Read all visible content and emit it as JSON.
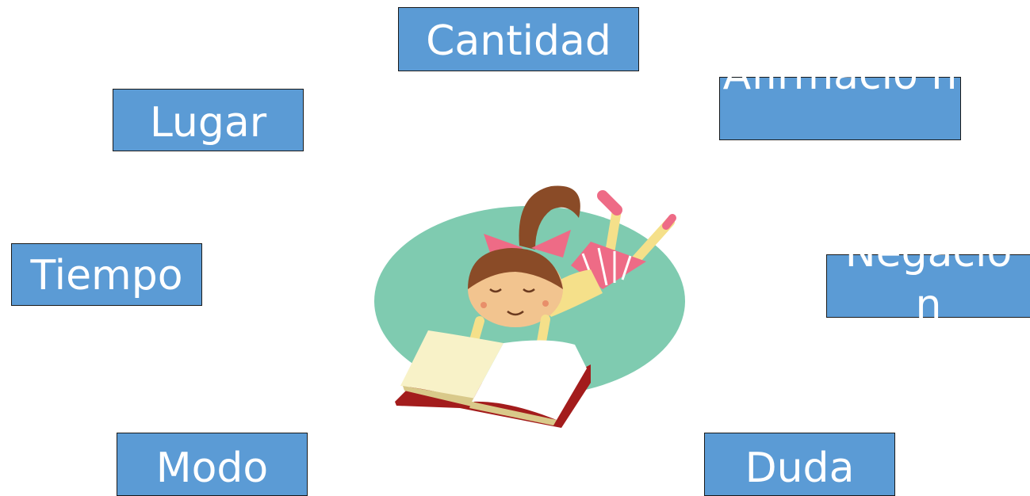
{
  "boxes": {
    "cantidad": "Cantidad",
    "lugar": "Lugar",
    "afirmacion": "Afirmacio n",
    "tiempo": "Tiempo",
    "negacion": "Negacio n",
    "modo": "Modo",
    "duda": "Duda"
  },
  "colors": {
    "box_fill": "#5b9bd5",
    "box_border": "#1a1a1a",
    "ellipse": "#7fcbb0",
    "hair": "#8a4b27",
    "skin": "#f2c48f",
    "skirt": "#ee6b86",
    "book_cover": "#a31c1c",
    "page": "#f8f2c8"
  },
  "illustration": {
    "icon": "girl-reading-book-icon"
  }
}
